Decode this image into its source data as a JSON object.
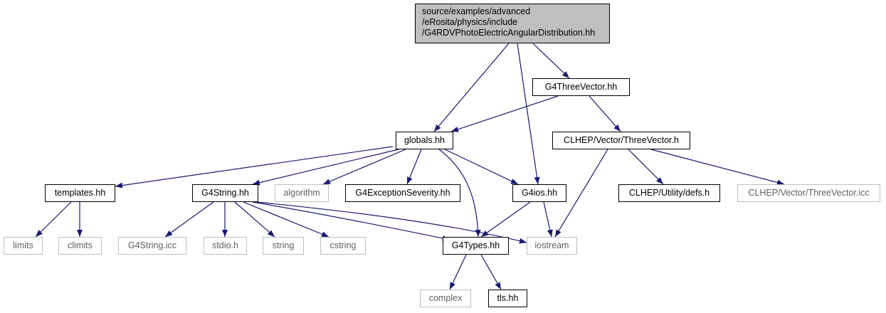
{
  "diagram": {
    "edge_color": "#191970",
    "external_border_color": "#bfbfbf",
    "root_fill": "#bfbfbf",
    "root": {
      "lines": [
        "source/examples/advanced",
        "/eRosita/physics/include",
        "/G4RDVPhotoElectricAngularDistribution.hh"
      ]
    },
    "nodes": {
      "g4threevector": "G4ThreeVector.hh",
      "globals": "globals.hh",
      "clhep_threevector_h": "CLHEP/Vector/ThreeVector.h",
      "templates": "templates.hh",
      "g4string": "G4String.hh",
      "algorithm": "algorithm",
      "g4exceptionseverity": "G4ExceptionSeverity.hh",
      "g4ios": "G4ios.hh",
      "clhep_defs": "CLHEP/Utility/defs.h",
      "clhep_threevector_icc": "CLHEP/Vector/ThreeVector.icc",
      "limits": "limits",
      "climits": "climits",
      "g4string_icc": "G4String.icc",
      "stdio": "stdio.h",
      "string": "string",
      "cstring": "cstring",
      "g4types": "G4Types.hh",
      "iostream": "iostream",
      "complex": "complex",
      "tls": "tls.hh"
    },
    "edges": [
      [
        "root",
        "globals"
      ],
      [
        "root",
        "g4ios"
      ],
      [
        "root",
        "g4threevector"
      ],
      [
        "g4threevector",
        "globals"
      ],
      [
        "g4threevector",
        "clhep_threevector_h"
      ],
      [
        "globals",
        "templates"
      ],
      [
        "globals",
        "g4string"
      ],
      [
        "globals",
        "algorithm"
      ],
      [
        "globals",
        "g4exceptionseverity"
      ],
      [
        "globals",
        "g4ios"
      ],
      [
        "globals",
        "g4types"
      ],
      [
        "clhep_threevector_h",
        "iostream"
      ],
      [
        "clhep_threevector_h",
        "clhep_defs"
      ],
      [
        "clhep_threevector_h",
        "clhep_threevector_icc"
      ],
      [
        "templates",
        "limits"
      ],
      [
        "templates",
        "climits"
      ],
      [
        "g4string",
        "g4string_icc"
      ],
      [
        "g4string",
        "stdio"
      ],
      [
        "g4string",
        "string"
      ],
      [
        "g4string",
        "cstring"
      ],
      [
        "g4string",
        "g4types"
      ],
      [
        "g4string",
        "iostream"
      ],
      [
        "g4ios",
        "g4types"
      ],
      [
        "g4ios",
        "iostream"
      ],
      [
        "g4types",
        "complex"
      ],
      [
        "g4types",
        "tls"
      ]
    ]
  }
}
